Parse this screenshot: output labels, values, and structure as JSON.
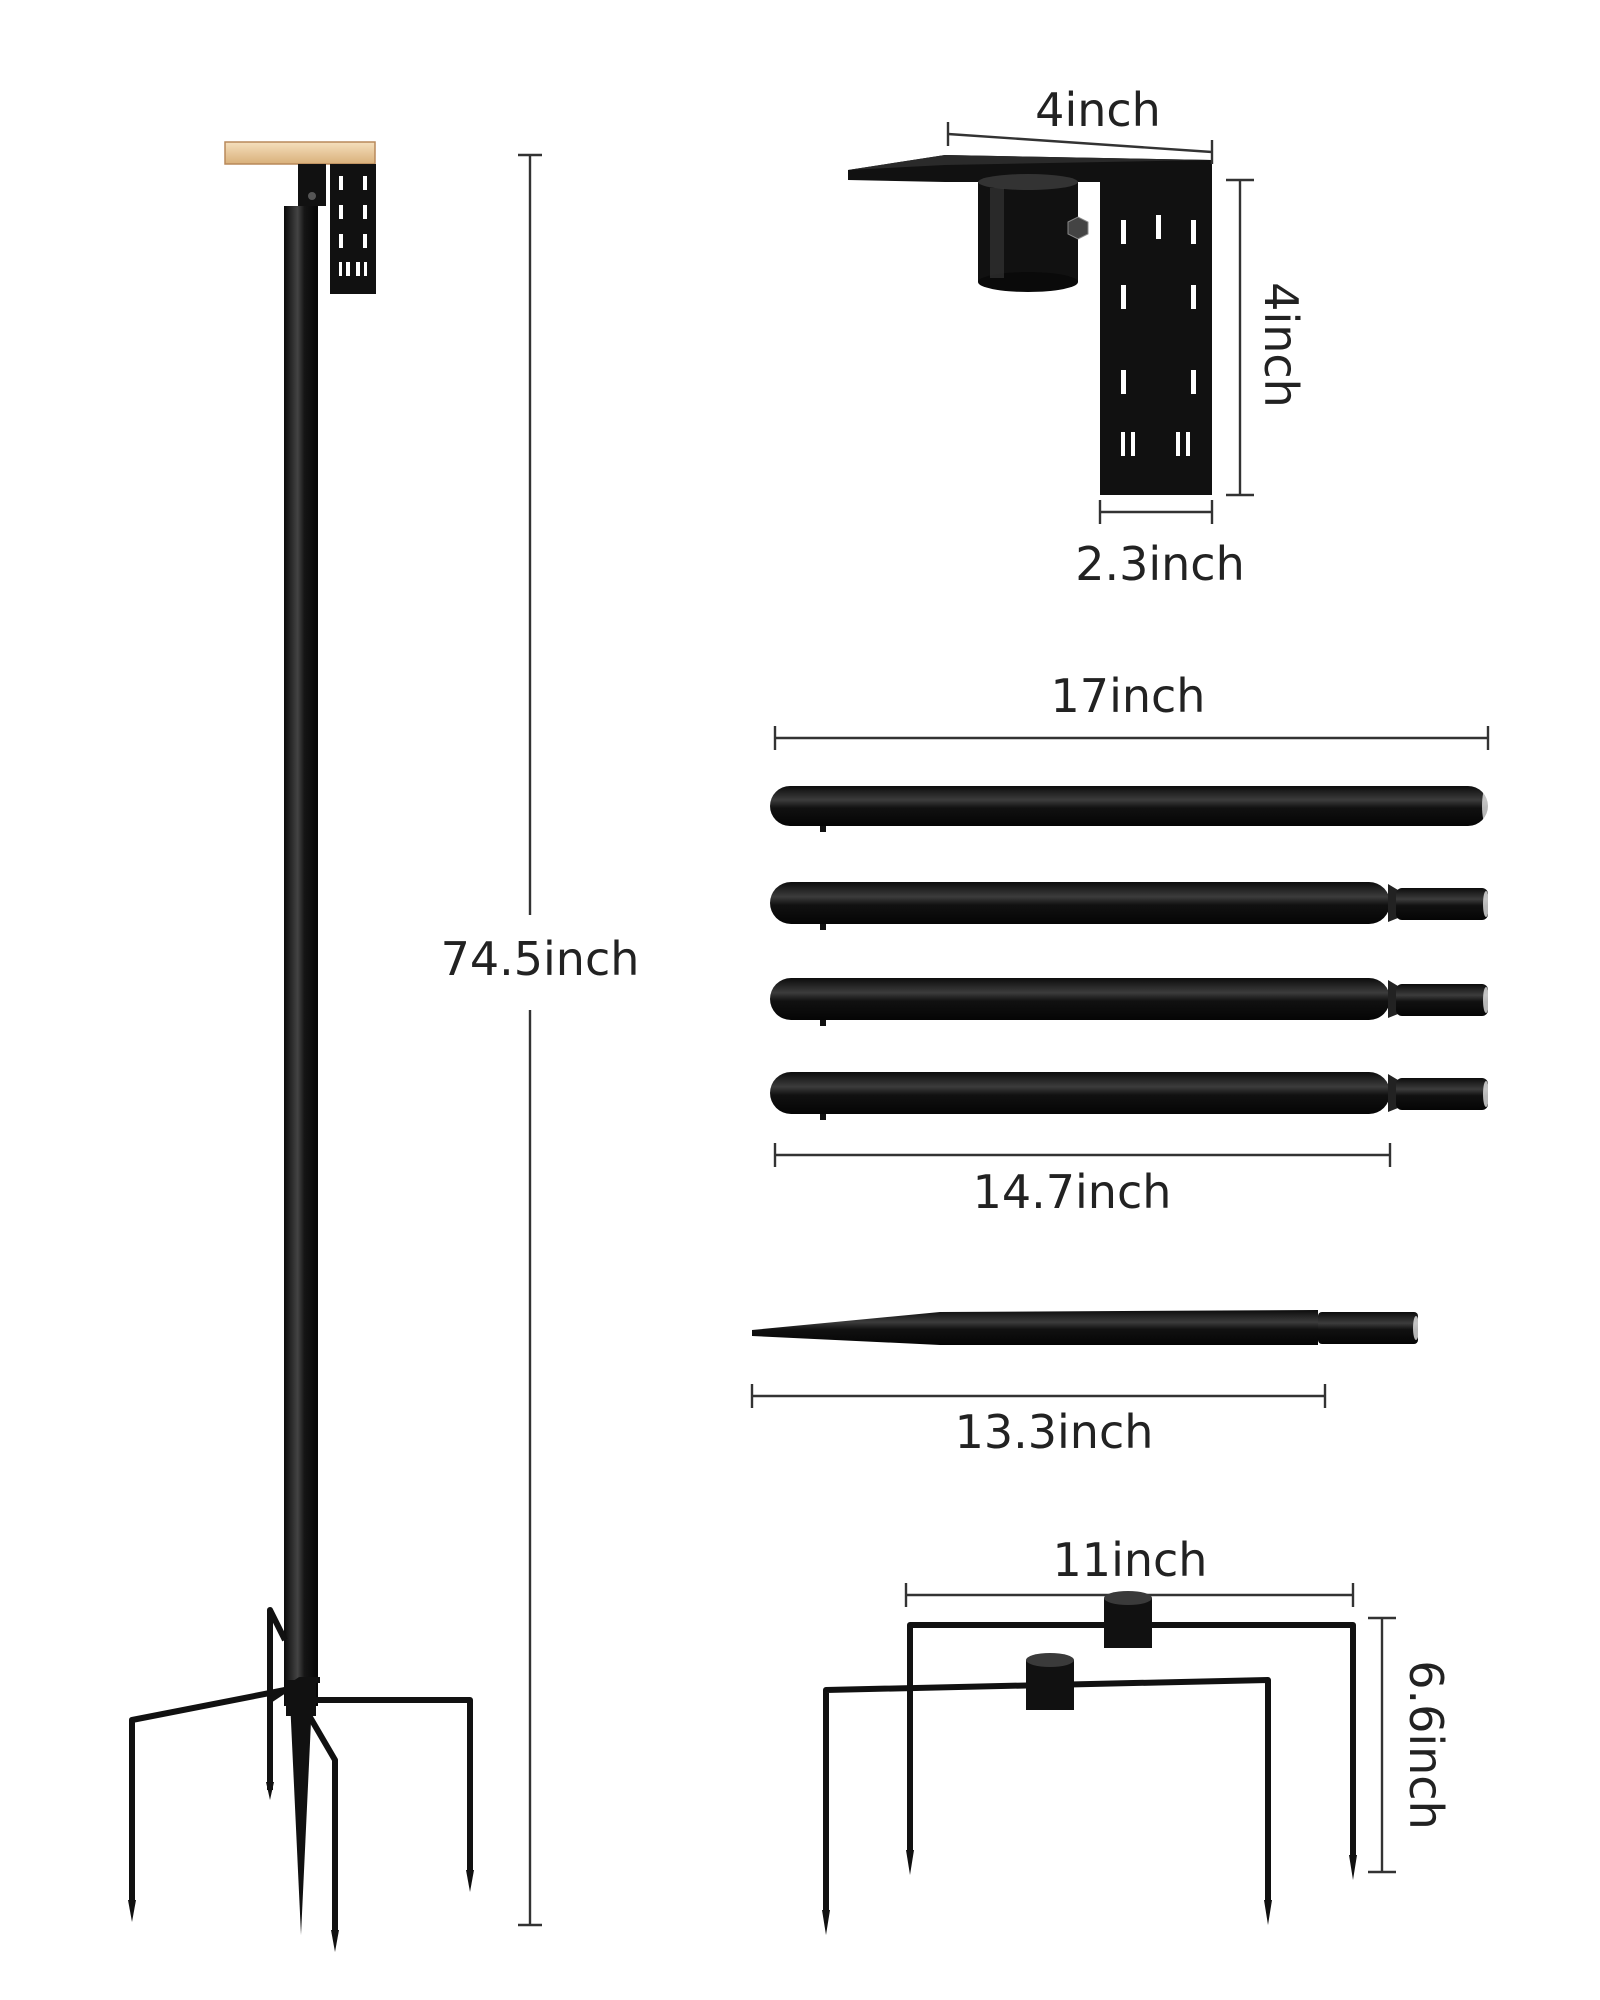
{
  "colors": {
    "metal": "#111111",
    "metal_highlight": "#5a5a5a",
    "wood": "#e9c9a0",
    "dimension_line": "#333333",
    "text": "#222222",
    "background": "#ffffff"
  },
  "dimensions": {
    "pole_height": "74.5inch",
    "bracket_width": "4inch",
    "bracket_height": "4inch",
    "bracket_plate_width": "2.3inch",
    "tube_length": "17inch",
    "tube_body_length": "14.7inch",
    "spike_length": "13.3inch",
    "base_width": "11inch",
    "base_height": "6.6inch"
  }
}
